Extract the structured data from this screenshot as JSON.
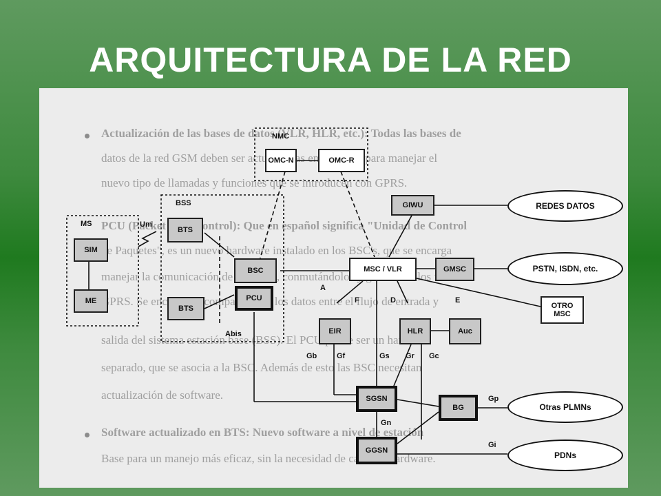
{
  "slide": {
    "title": "ARQUITECTURA DE LA RED"
  },
  "background_text": [
    "Actualización de las bases de datos (VLR, HLR, etc.): Todas las bases de",
    "datos de la red GSM deben ser actualizadas en software para manejar el",
    "nuevo tipo de llamadas y funciones que se introducen con GPRS.",
    "PCU (Packet Unit Control): Que en español significa \"Unidad de Control",
    "de Paquetes\", es un nuevo hardware instalado en los BSC's, que se encarga",
    "manejar la comunicación de paquetes, conmutándolos y generando los frames",
    "GPRS. Se encarga de compatibilizar los datos entre el flujo de entrada y",
    "salida del sistema estación base (BSS). El PCU puede ser un hardware",
    "separado, que se asocia a la BSC. Además de esto las BSC necesitan",
    "actualización de software.",
    "Software actualizado en BTS: Nuevo software a nivel de estación",
    "Base para un manejo más eficaz, sin la necesidad de cambiar hardware."
  ],
  "diagram": {
    "groups": {
      "nmc": "NMC",
      "bss": "BSS",
      "ms": "MS"
    },
    "nodes": {
      "omc_n": "OMC-N",
      "omc_r": "OMC-R",
      "giwu": "GIWU",
      "bts_top": "BTS",
      "bts_bottom": "BTS",
      "sim": "SIM",
      "me": "ME",
      "bsc": "BSC",
      "pcu": "PCU",
      "msc_vlr": "MSC / VLR",
      "gmsc": "GMSC",
      "eir": "EIR",
      "hlr": "HLR",
      "auc": "Auc",
      "sgsn": "SGSN",
      "bg": "BG",
      "ggsn": "GGSN"
    },
    "networks": {
      "redes_datos": "REDES DATOS",
      "pstn": "PSTN, ISDN, etc.",
      "otro_msc": "OTRO MSC",
      "otras_plmns": "Otras PLMNs",
      "pdns": "PDNs"
    },
    "interfaces": {
      "um": "Um",
      "abis": "Abis",
      "a": "A",
      "f": "F",
      "d": "D",
      "e": "E",
      "gb": "Gb",
      "gf": "Gf",
      "gs": "Gs",
      "gr": "Gr",
      "gc": "Gc",
      "gn": "Gn",
      "gp": "Gp",
      "gi": "Gi"
    }
  }
}
